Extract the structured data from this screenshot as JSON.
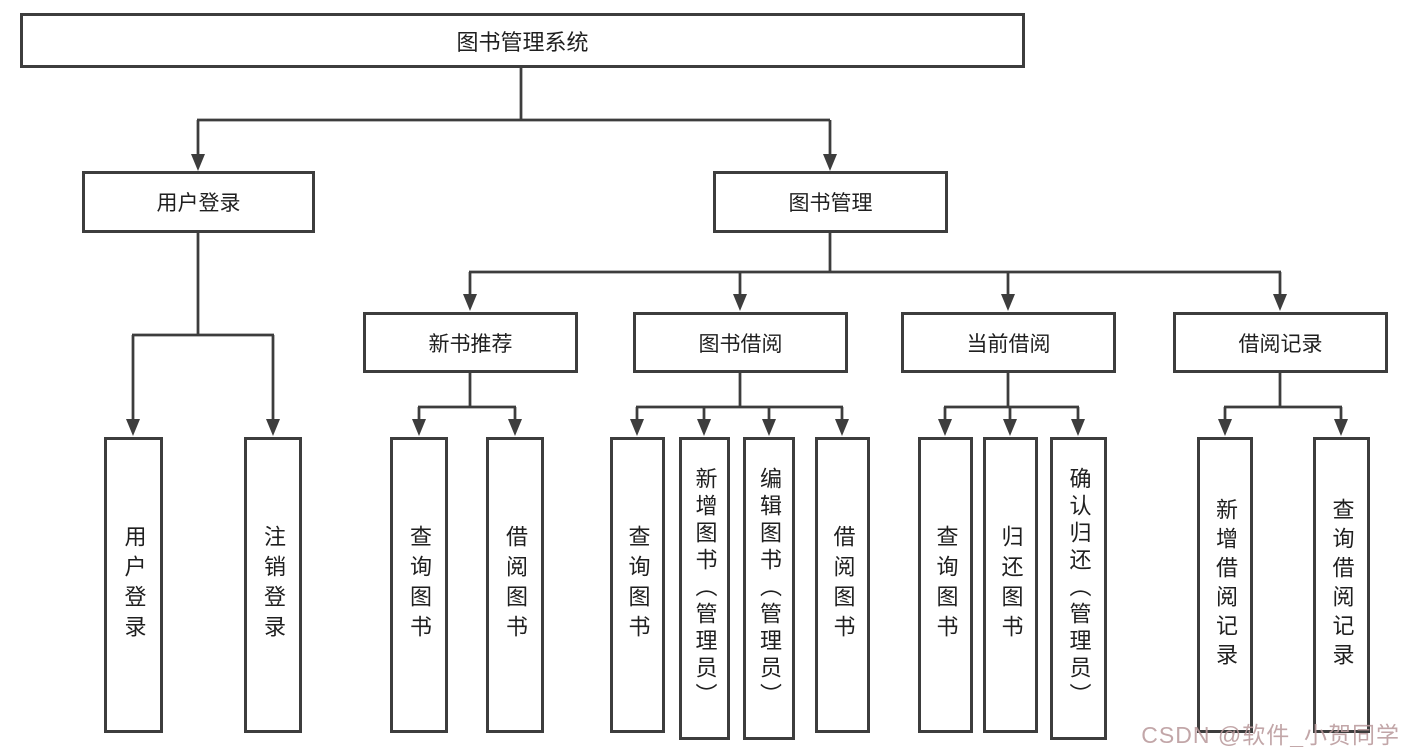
{
  "tree": {
    "label": "图书管理系统",
    "children": [
      {
        "label": "用户登录",
        "children": [
          {
            "label": "用户登录"
          },
          {
            "label": "注销登录"
          }
        ]
      },
      {
        "label": "图书管理",
        "children": [
          {
            "label": "新书推荐",
            "children": [
              {
                "label": "查询图书"
              },
              {
                "label": "借阅图书"
              }
            ]
          },
          {
            "label": "图书借阅",
            "children": [
              {
                "label": "查询图书"
              },
              {
                "label": "新增图书（管理员）"
              },
              {
                "label": "编辑图书（管理员）"
              },
              {
                "label": "借阅图书"
              }
            ]
          },
          {
            "label": "当前借阅",
            "children": [
              {
                "label": "查询图书"
              },
              {
                "label": "归还图书"
              },
              {
                "label": "确认归还（管理员）"
              }
            ]
          },
          {
            "label": "借阅记录",
            "children": [
              {
                "label": "新增借阅记录"
              },
              {
                "label": "查询借阅记录"
              }
            ]
          }
        ]
      }
    ]
  },
  "watermark": {
    "text": "CSDN @软件_小贺同学"
  },
  "colors": {
    "line": "#3d3d3d",
    "text": "#1f1f1f",
    "background": "#ffffff",
    "watermark": "#ba9a9c"
  }
}
